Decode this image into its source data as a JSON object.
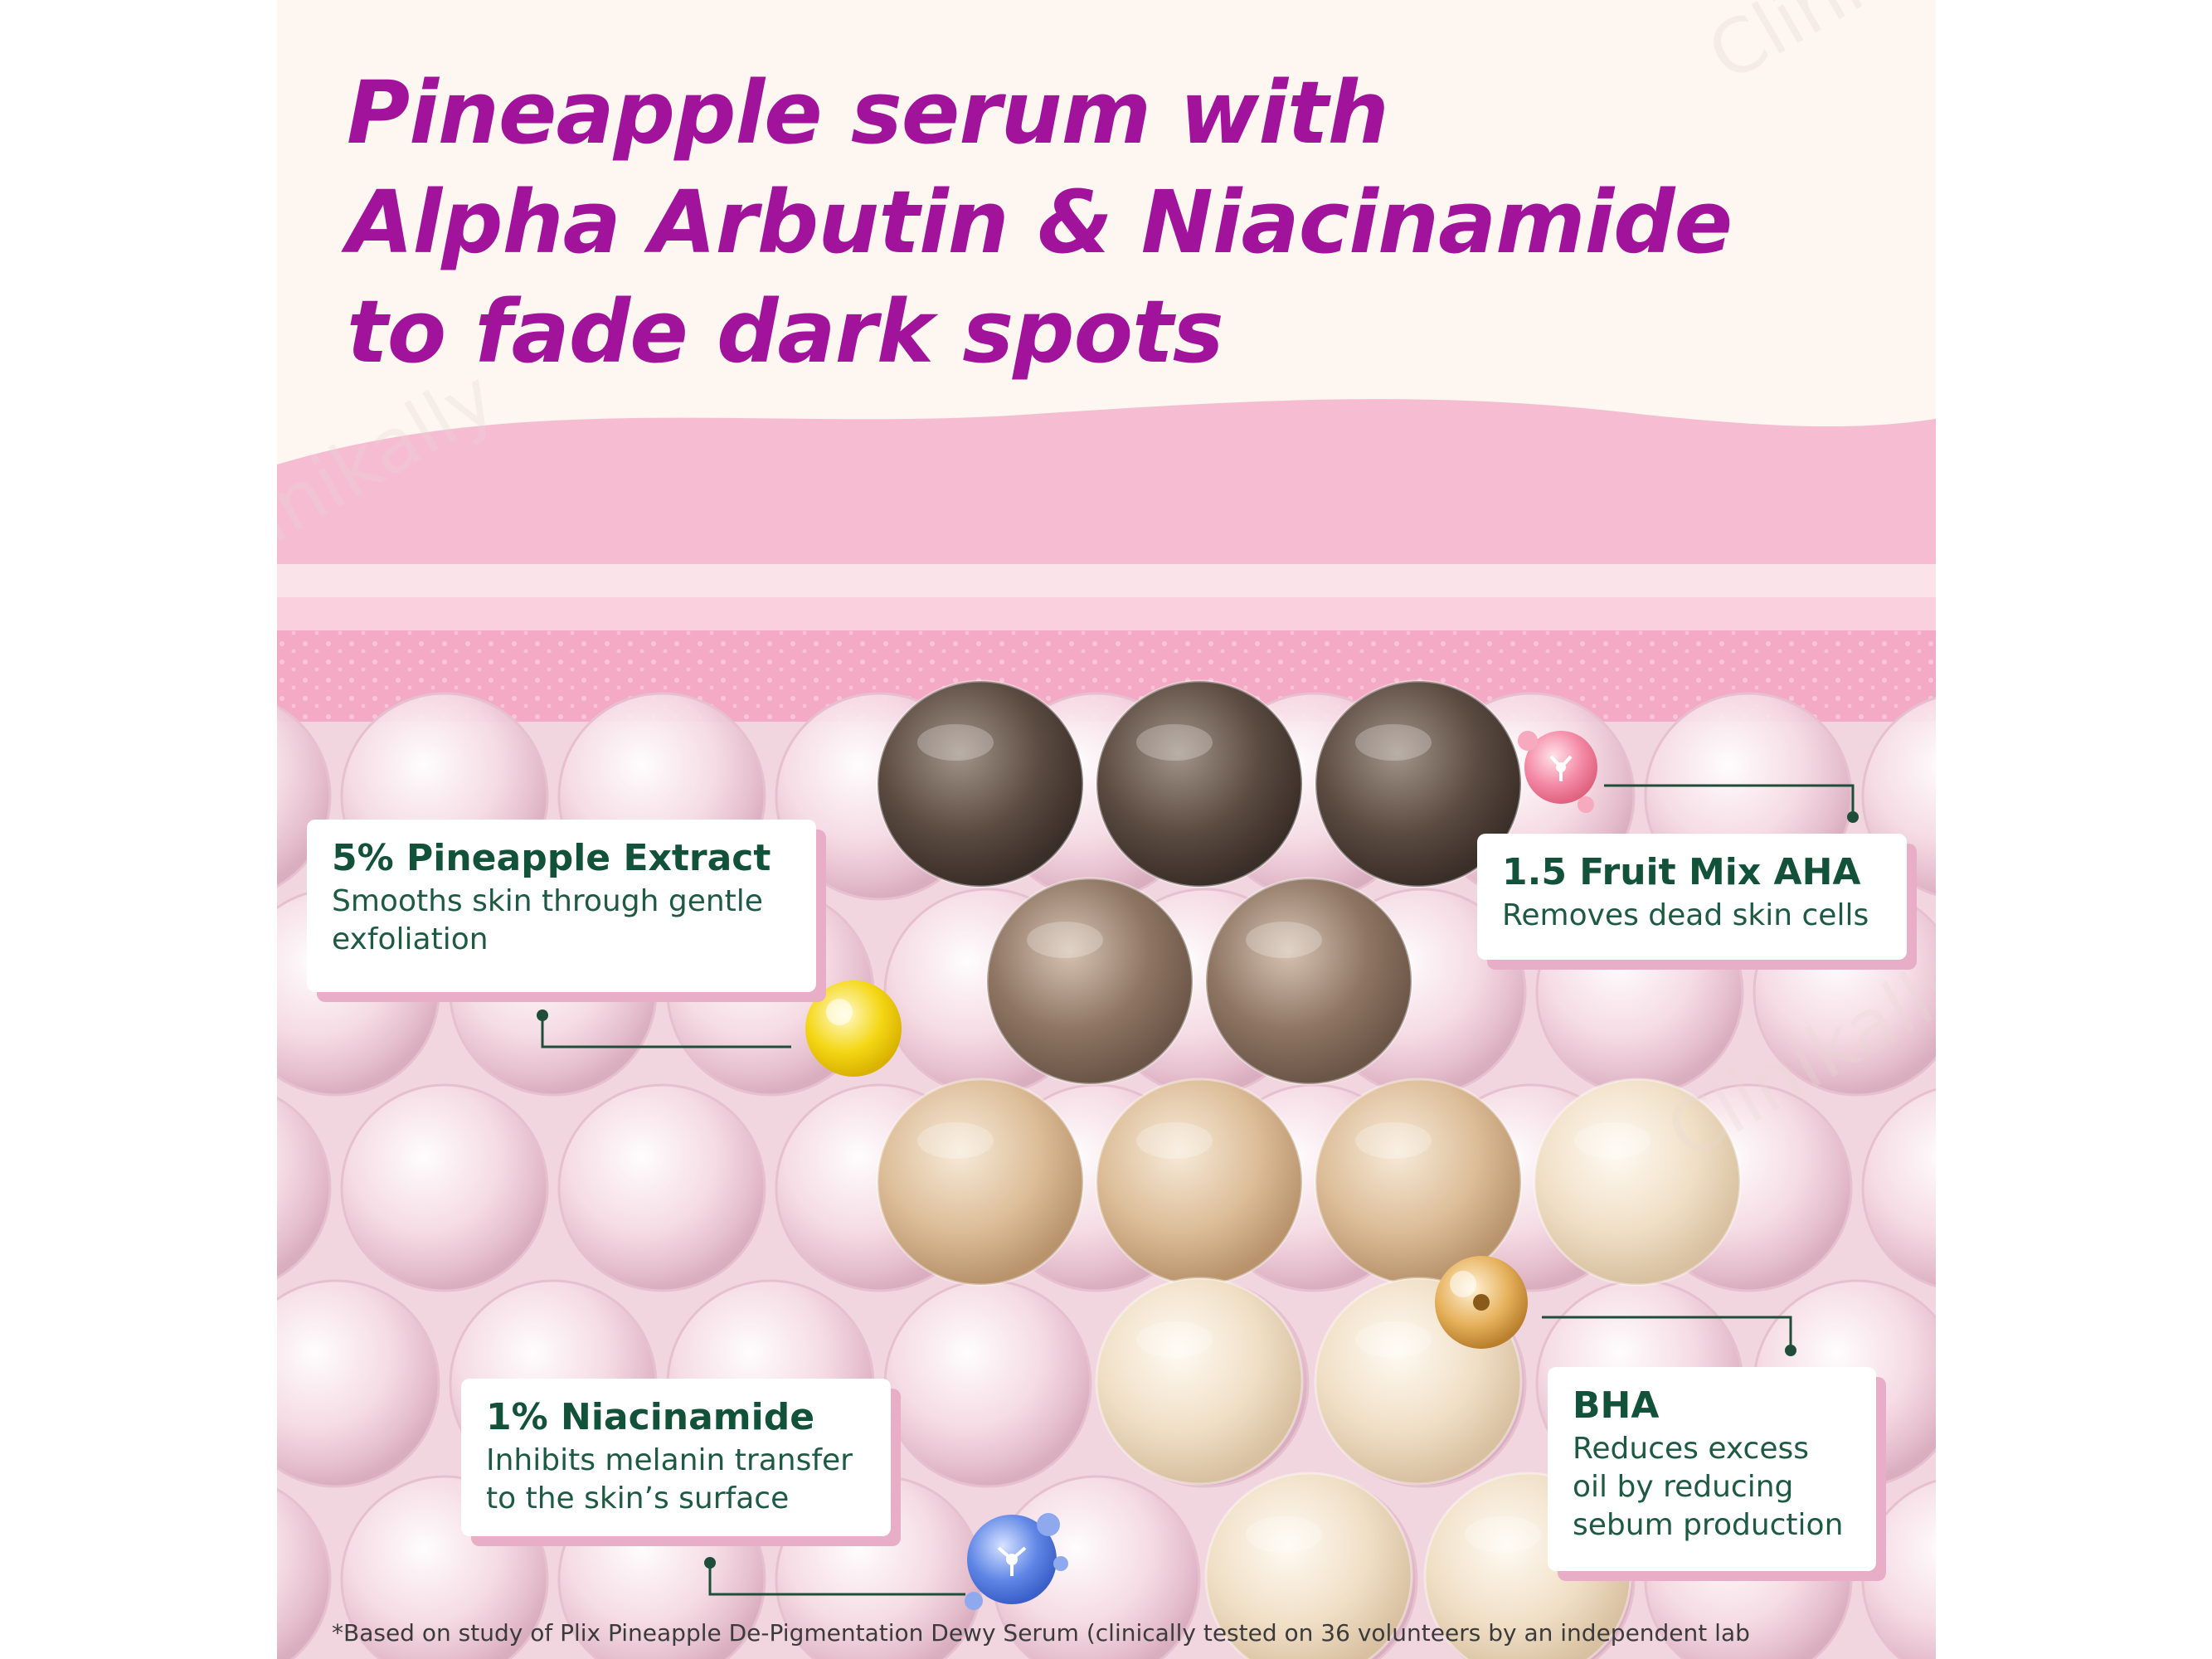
{
  "headline": {
    "line1": "Pineapple serum with",
    "line2": "Alpha Arbutin & Niacinamide",
    "line3": "to fade dark spots"
  },
  "ingredients": [
    {
      "title": "5% Pineapple Extract",
      "description": "Smooths skin through gentle exfoliation",
      "icon": "yellow-molecule-icon"
    },
    {
      "title": "1.5 Fruit Mix AHA",
      "description": "Removes dead skin cells",
      "icon": "pink-molecule-icon"
    },
    {
      "title": "1% Niacinamide",
      "description": "Inhibits melanin transfer to the skin’s surface",
      "icon": "blue-molecule-icon"
    },
    {
      "title": "BHA",
      "description": "Reduces excess oil by reducing sebum production",
      "icon": "amber-molecule-icon"
    }
  ],
  "footnote": "*Based on study of Plix Pineapple De-Pigmentation Dewy Serum (clinically tested on 36 volunteers by an independent lab",
  "watermark": "Clinikally",
  "colors": {
    "headline": "#a2139b",
    "card_title": "#12513a",
    "card_shadow": "#e8aec8",
    "skin_top": "#f2a9c6",
    "skin_mid": "#f6c3d6",
    "dark_spot": "#5a4a40",
    "mid_spot": "#8b7260",
    "light_spot": "#d9b893"
  }
}
